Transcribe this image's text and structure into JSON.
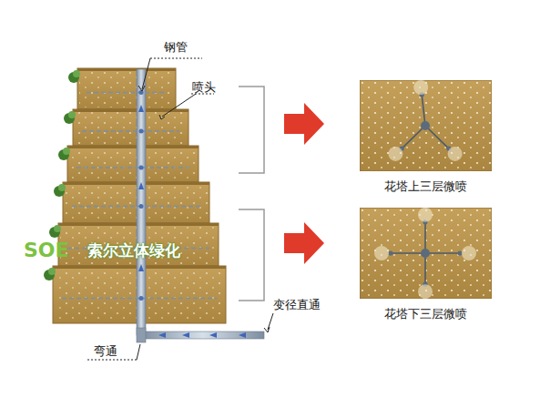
{
  "diagram": {
    "nodes": [
      {
        "text": [
          "花塔上三层微喷"
        ]
      },
      {
        "text": [
          "花塔下三层微喷"
        ]
      }
    ],
    "edges": [],
    "labels": [
      "钢管",
      "喷头",
      "变径直通",
      "弯通",
      "SOE",
      "索尔立体绿化"
    ]
  }
}
